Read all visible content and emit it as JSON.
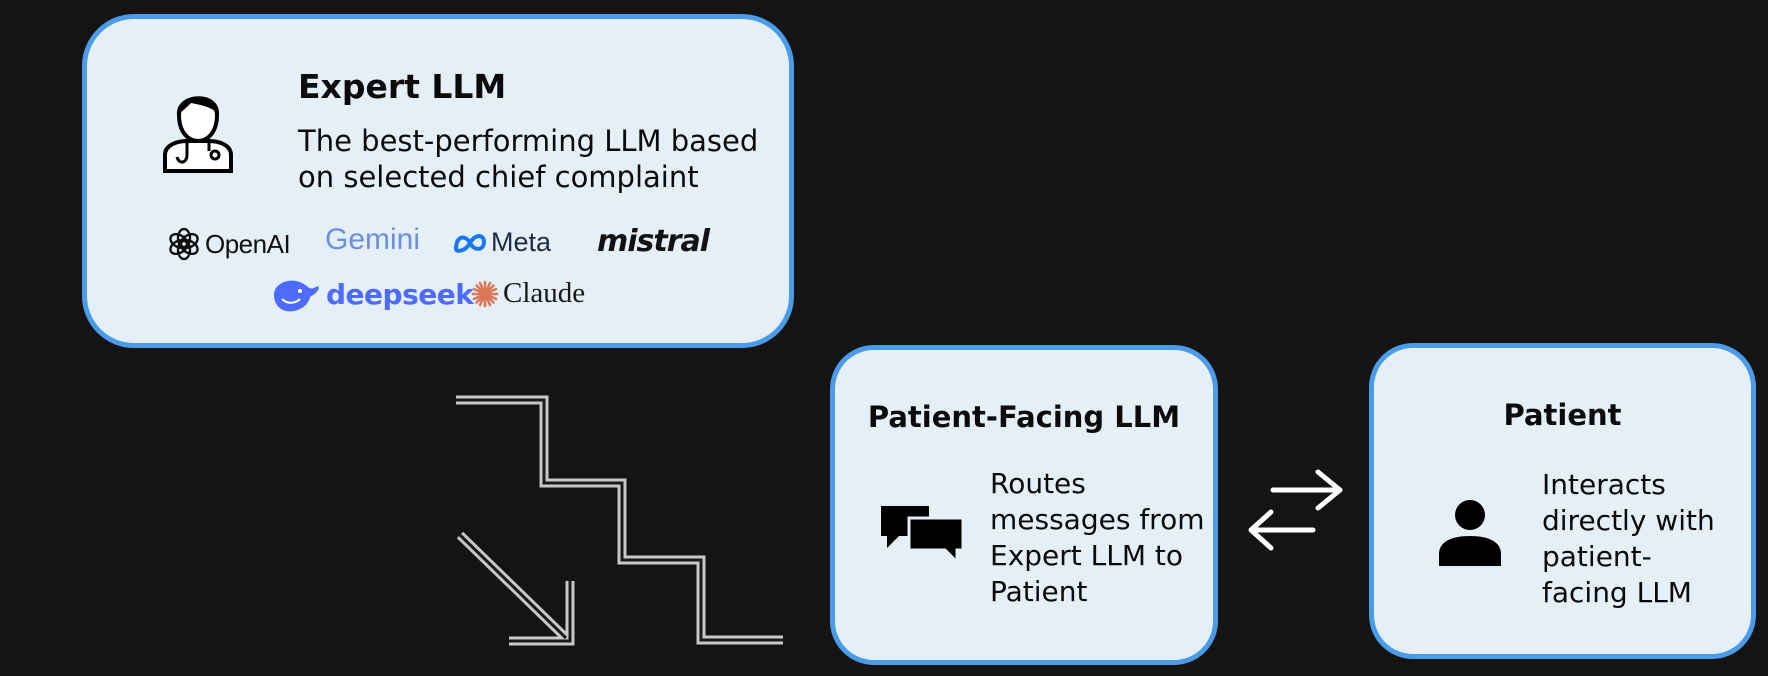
{
  "expert": {
    "title": "Expert LLM",
    "description": "The best-performing LLM based\non selected chief complaint",
    "logos": [
      "OpenAI",
      "Gemini",
      "Meta",
      "mistral",
      "deepseek",
      "Claude"
    ]
  },
  "patient_facing_llm": {
    "title": "Patient-Facing LLM",
    "description": "Routes\nmessages from\nExpert LLM to\nPatient"
  },
  "patient": {
    "title": "Patient",
    "description": "Interacts\ndirectly with\npatient-\nfacing LLM"
  },
  "colors": {
    "background": "#141414",
    "box_fill": "#e4eff7",
    "box_border": "#4a9be8"
  },
  "icons": [
    "doctor-icon",
    "chat-bubbles-icon",
    "person-icon",
    "stair-connector-icon",
    "diagonal-arrow-icon",
    "bidirectional-arrows-icon"
  ]
}
